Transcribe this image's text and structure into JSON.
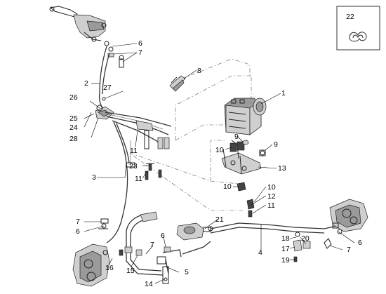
{
  "diagram": {
    "callouts": {
      "c1": "1",
      "c2": "2",
      "c3": "3",
      "c4": "4",
      "c5": "5",
      "c6a": "6",
      "c6b": "6",
      "c6c": "6",
      "c6d": "6",
      "c7a": "7",
      "c7b": "7",
      "c7c": "7",
      "c7d": "7",
      "c8": "8",
      "c9a": "9",
      "c9b": "9",
      "c10a": "10",
      "c10b": "10",
      "c10c": "10",
      "c11a": "11",
      "c11b": "11",
      "c11c": "11",
      "c12": "12",
      "c13": "13",
      "c14": "14",
      "c15": "15",
      "c16": "16",
      "c17": "17",
      "c18": "18",
      "c19": "19",
      "c20": "20",
      "c21": "21",
      "c22": "22",
      "c23": "23",
      "c24": "24",
      "c25": "25",
      "c26": "26",
      "c27": "27",
      "c28": "28"
    },
    "inset_icon": "hose-clip-icon"
  }
}
